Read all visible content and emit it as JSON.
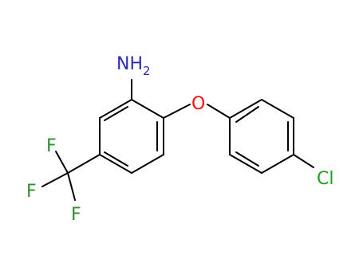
{
  "molecule": {
    "atoms": {
      "amine": {
        "text": "NH",
        "subscript": "2",
        "color": "#2b2bb3"
      },
      "ether_oxygen": {
        "text": "O",
        "color": "#ff0d0d"
      },
      "chlorine": {
        "text": "Cl",
        "color": "#1fa01f"
      },
      "fluorine_1": {
        "text": "F",
        "color": "#2f8f2f"
      },
      "fluorine_2": {
        "text": "F",
        "color": "#2f8f2f"
      },
      "fluorine_3": {
        "text": "F",
        "color": "#2f8f2f"
      }
    },
    "bond_color": "#000000"
  }
}
